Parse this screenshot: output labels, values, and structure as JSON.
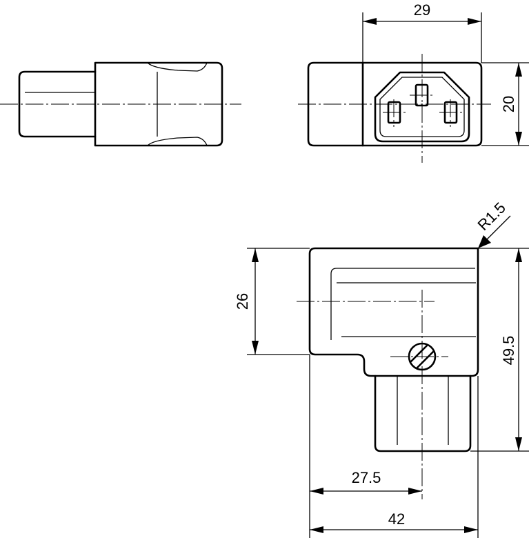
{
  "dimensions": {
    "width_top": "29",
    "height_front": "20",
    "radius": "R1.5",
    "height_upper": "26",
    "height_total": "49.5",
    "offset_center": "27.5",
    "width_total": "42"
  }
}
